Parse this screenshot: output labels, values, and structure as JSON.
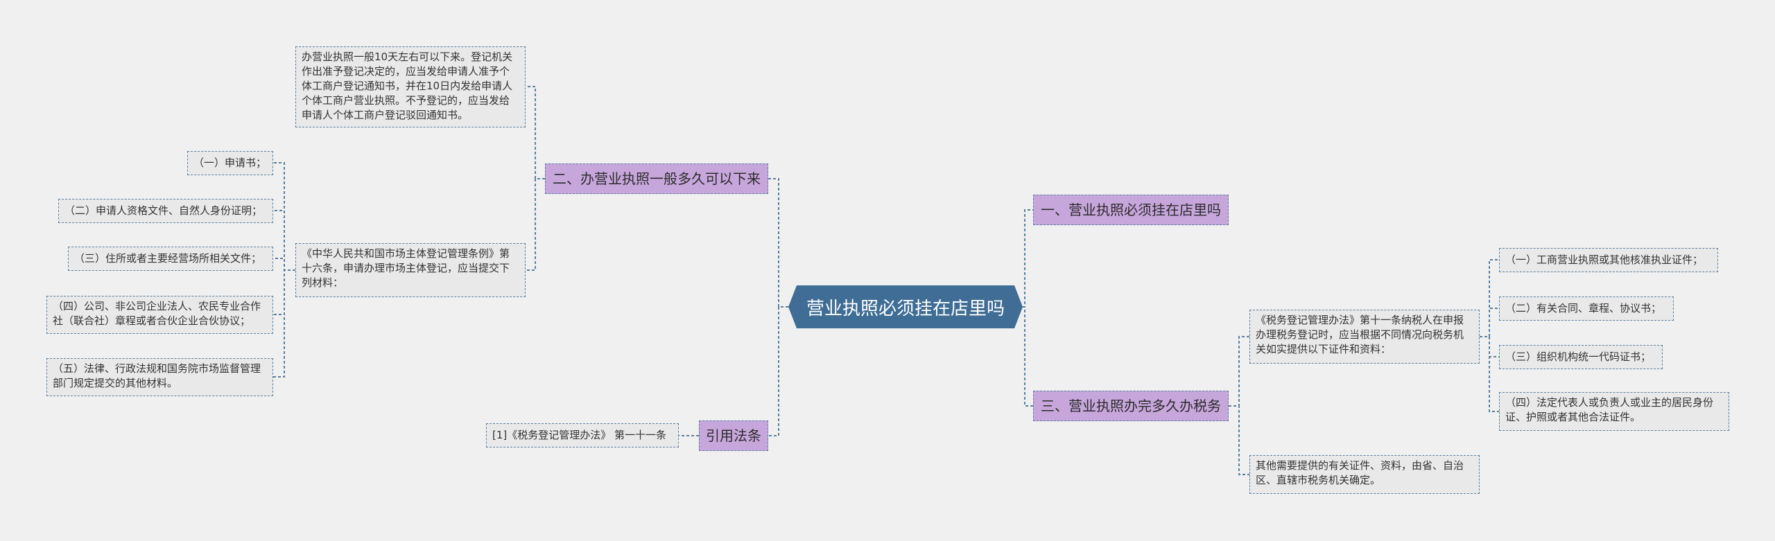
{
  "root": {
    "label": "营业执照必须挂在店里吗"
  },
  "branches": {
    "b1": {
      "label": "一、营业执照必须挂在店里吗"
    },
    "b2": {
      "label": "二、办营业执照一般多久可以下来"
    },
    "b3": {
      "label": "三、营业执照办完多久办税务"
    },
    "b4": {
      "label": "引用法条"
    }
  },
  "b2_children": {
    "info": "办营业执照一般10天左右可以下来。登记机关作出准予登记决定的，应当发给申请人准予个体工商户登记通知书，并在10日内发给申请人个体工商户营业执照。不予登记的，应当发给申请人个体工商户登记驳回通知书。",
    "regulation": "《中华人民共和国市场主体登记管理条例》第十六条，申请办理市场主体登记，应当提交下列材料：",
    "materials": [
      "（一）申请书；",
      "（二）申请人资格文件、自然人身份证明；",
      "（三）住所或者主要经营场所相关文件；",
      "（四）公司、非公司企业法人、农民专业合作社（联合社）章程或者合伙企业合伙协议；",
      "（五）法律、行政法规和国务院市场监督管理部门规定提交的其他材料。"
    ]
  },
  "b3_children": {
    "tax_rule": "《税务登记管理办法》第十一条纳税人在申报办理税务登记时，应当根据不同情况向税务机关如实提供以下证件和资料：",
    "other": "其他需要提供的有关证件、资料，由省、自治区、直辖市税务机关确定。",
    "documents": [
      "（一）工商营业执照或其他核准执业证件；",
      "（二）有关合同、章程、协议书；",
      "（三）组织机构统一代码证书；",
      "（四）法定代表人或负责人或业主的居民身份证、护照或者其他合法证件。"
    ]
  },
  "b4_children": {
    "citation": "[1]《税务登记管理办法》 第一十一条"
  },
  "colors": {
    "root_fill": "#3f6d95",
    "branch_fill": "#c7a6dc",
    "leaf_fill": "#e9e9e9",
    "line": "#5a7f9e",
    "background": "#f0f0f0"
  }
}
